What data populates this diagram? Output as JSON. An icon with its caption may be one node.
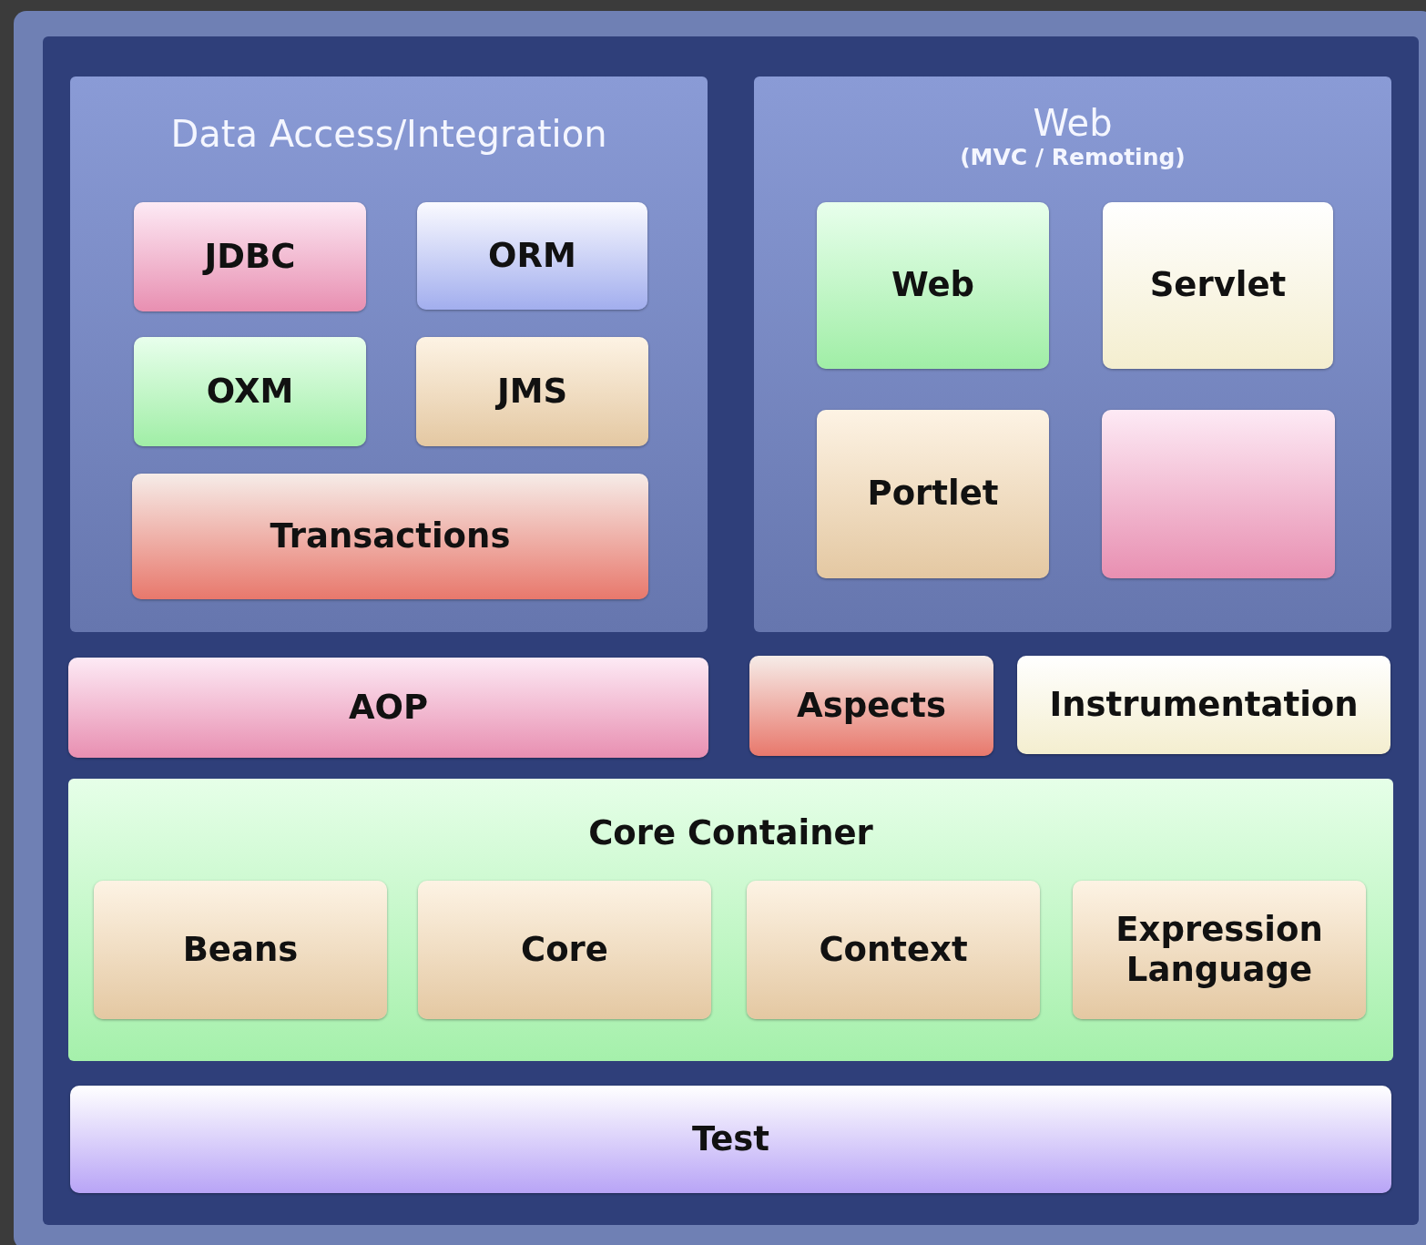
{
  "diagram": {
    "nodes": [
      {
        "text": [
          "Data Access/Integration"
        ]
      },
      {
        "text": [
          "JDBC"
        ],
        "in": 0
      },
      {
        "text": [
          "ORM"
        ],
        "in": 0
      },
      {
        "text": [
          "OXM"
        ],
        "in": 0
      },
      {
        "text": [
          "JMS"
        ],
        "in": 0
      },
      {
        "text": [
          "Transactions"
        ],
        "in": 0
      },
      {
        "text": [
          "Web",
          "(MVC / Remoting)"
        ]
      },
      {
        "text": [
          "Web"
        ],
        "in": 6
      },
      {
        "text": [
          "Servlet"
        ],
        "in": 6
      },
      {
        "text": [
          "Portlet"
        ],
        "in": 6
      },
      {
        "text": [],
        "shape": "box",
        "in": 6
      },
      {
        "text": [
          "AOP"
        ]
      },
      {
        "text": [
          "Aspects"
        ]
      },
      {
        "text": [
          "Instrumentation"
        ]
      },
      {
        "text": [
          "Core Container"
        ]
      },
      {
        "text": [
          "Beans"
        ],
        "in": 14
      },
      {
        "text": [
          "Core"
        ],
        "in": 14
      },
      {
        "text": [
          "Context"
        ],
        "in": 14
      },
      {
        "text": [
          "Expression Language"
        ],
        "in": 14
      },
      {
        "text": [
          "Test"
        ]
      }
    ]
  }
}
